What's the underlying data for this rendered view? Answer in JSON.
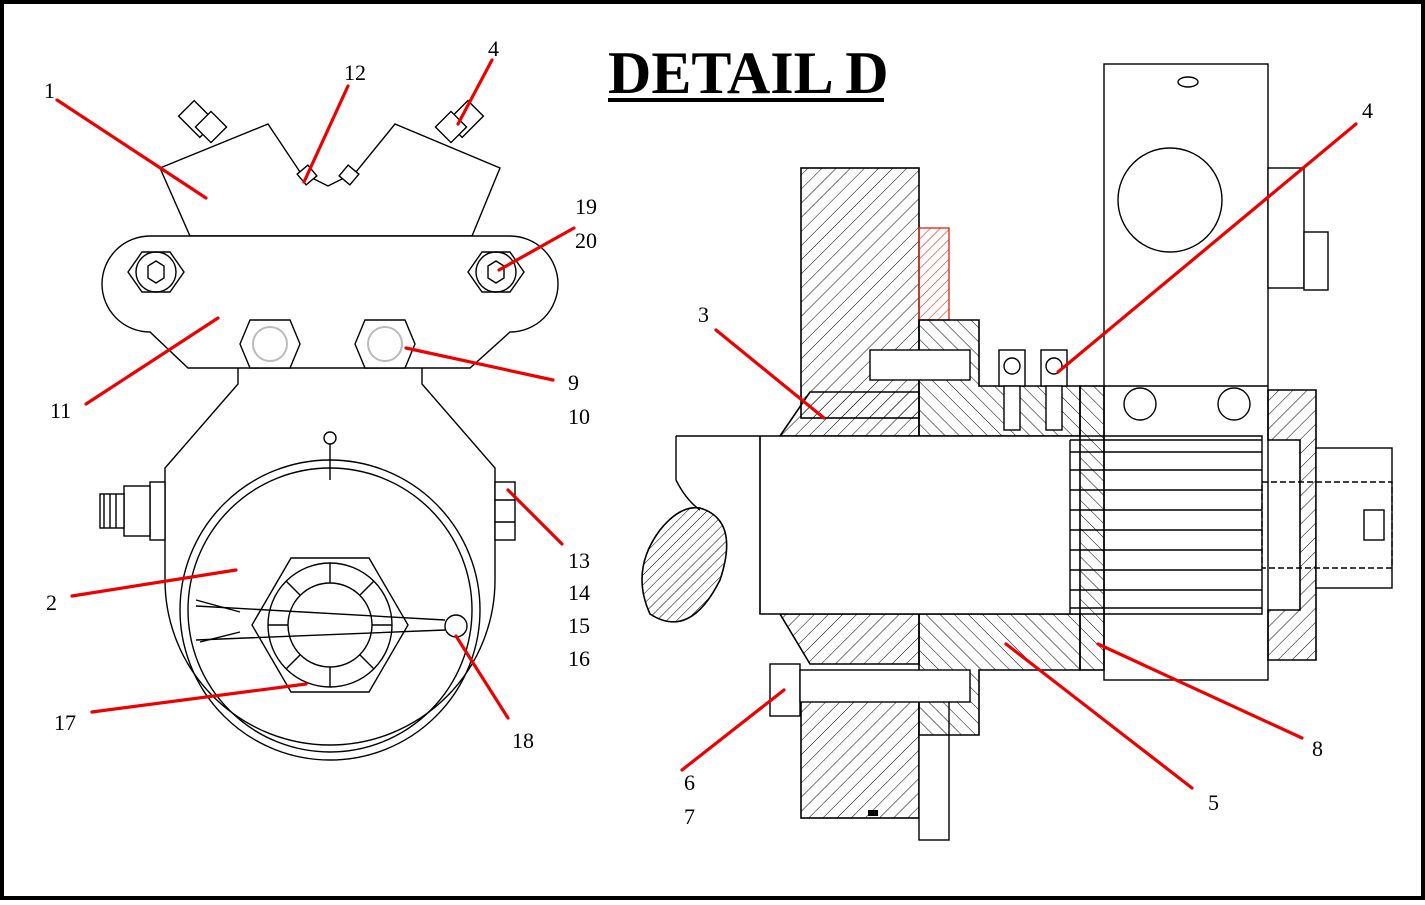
{
  "title": "DETAIL D",
  "colors": {
    "leader": "#ee0000",
    "line": "#000000",
    "background": "#ffffff"
  },
  "callouts": {
    "c1": "1",
    "c2": "2",
    "c3": "3",
    "c4a": "4",
    "c4b": "4",
    "c5": "5",
    "c6": "6",
    "c7": "7",
    "c8": "8",
    "c9": "9",
    "c10": "10",
    "c11": "11",
    "c12": "12",
    "c13": "13",
    "c14": "14",
    "c15": "15",
    "c16": "16",
    "c17": "17",
    "c18": "18",
    "c19": "19",
    "c20": "20"
  }
}
